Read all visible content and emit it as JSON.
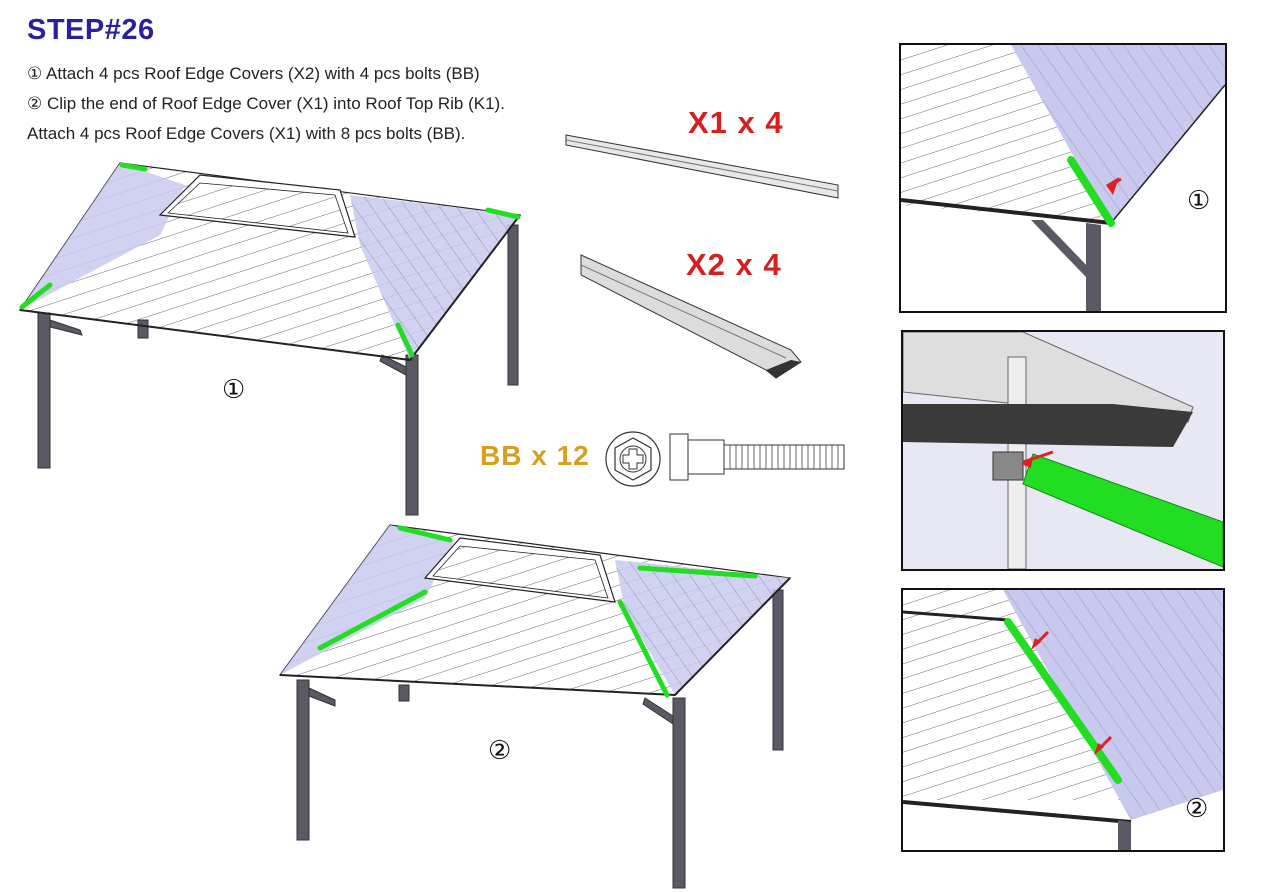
{
  "step_title": "STEP#26",
  "instructions": [
    "① Attach 4 pcs Roof Edge Covers (X2) with 4 pcs bolts (BB)",
    "② Clip the end of Roof Edge Cover (X1) into Roof Top Rib (K1).",
    "Attach 4 pcs Roof Edge Covers (X1) with 8 pcs bolts (BB)."
  ],
  "parts": {
    "x1": "X1 x 4",
    "x2": "X2 x 4",
    "bb": "BB x 12"
  },
  "markers": {
    "one": "①",
    "two": "②"
  },
  "colors": {
    "title": "#2a1f9c",
    "part_qty": "#d62020",
    "bolt_qty": "#d6a01e",
    "highlight": "#22dd22",
    "roof_shade": "#c9c9f0",
    "post": "#555560"
  }
}
